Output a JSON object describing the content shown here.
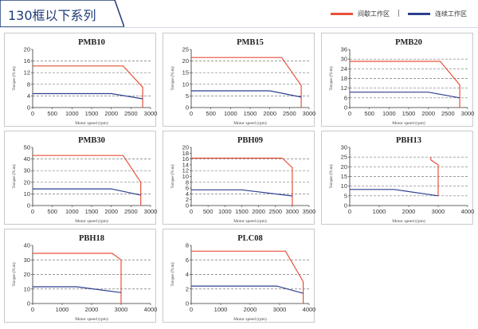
{
  "page": {
    "title": "130框以下系列",
    "colors": {
      "title_tab": "#1f3a78",
      "peak": "#e8503a",
      "continuous": "#2e3f8f"
    }
  },
  "legend": [
    {
      "label": "间歇工作区",
      "color": "#e8503a"
    },
    {
      "label": "连续工作区",
      "color": "#2e3f8f"
    }
  ],
  "legend_divider": "|",
  "chart_data": [
    {
      "type": "line",
      "title": "PMB10",
      "xlabel": "Motor speed (rpm)",
      "ylabel": "Torque (N.m)",
      "xlim": [
        0,
        3000
      ],
      "xticks": [
        0,
        500,
        1000,
        1500,
        2000,
        2500,
        3000
      ],
      "ylim": [
        0,
        20
      ],
      "yticks": [
        0,
        4,
        8,
        12,
        16,
        20
      ],
      "dashed_y": [
        4,
        8,
        12,
        16
      ],
      "series": [
        {
          "x": [
            0,
            2300,
            2800,
            2800
          ],
          "y": [
            14.3,
            14.3,
            7,
            0
          ]
        },
        {
          "x": [
            0,
            2000,
            2800
          ],
          "y": [
            4.8,
            4.8,
            3
          ]
        }
      ]
    },
    {
      "type": "line",
      "title": "PMB15",
      "xlabel": "Motor speed (rpm)",
      "ylabel": "Torque (N.m)",
      "xlim": [
        0,
        3000
      ],
      "xticks": [
        0,
        500,
        1000,
        1500,
        2000,
        2500,
        3000
      ],
      "ylim": [
        0,
        25
      ],
      "yticks": [
        0,
        5,
        10,
        15,
        20,
        25
      ],
      "dashed_y": [
        5,
        10,
        15,
        20
      ],
      "series": [
        {
          "x": [
            0,
            2300,
            2800,
            2800
          ],
          "y": [
            21.5,
            21.5,
            9.5,
            0
          ]
        },
        {
          "x": [
            0,
            2000,
            2800
          ],
          "y": [
            7.2,
            7.2,
            4.5
          ]
        }
      ]
    },
    {
      "type": "line",
      "title": "PMB20",
      "xlabel": "Motor speed (rpm)",
      "ylabel": "Torque (N.m)",
      "xlim": [
        0,
        3000
      ],
      "xticks": [
        0,
        500,
        1000,
        1500,
        2000,
        2500,
        3000
      ],
      "ylim": [
        0,
        36
      ],
      "yticks": [
        0,
        6,
        12,
        18,
        24,
        30,
        36
      ],
      "dashed_y": [
        6,
        12,
        18,
        24,
        30
      ],
      "series": [
        {
          "x": [
            0,
            2300,
            2800,
            2800
          ],
          "y": [
            28.6,
            28.6,
            14,
            0
          ]
        },
        {
          "x": [
            0,
            2000,
            2800
          ],
          "y": [
            9.5,
            9.5,
            6
          ]
        }
      ]
    },
    {
      "type": "line",
      "title": "PMB30",
      "xlabel": "Motor speed (rpm)",
      "ylabel": "Torque (N.m)",
      "xlim": [
        0,
        3000
      ],
      "xticks": [
        0,
        500,
        1000,
        1500,
        2000,
        2500,
        3000
      ],
      "ylim": [
        0,
        50
      ],
      "yticks": [
        0,
        10,
        20,
        30,
        40,
        50
      ],
      "dashed_y": [
        10,
        20,
        30,
        40
      ],
      "series": [
        {
          "x": [
            0,
            2300,
            2750,
            2750
          ],
          "y": [
            43,
            43,
            20,
            0
          ]
        },
        {
          "x": [
            0,
            2000,
            2750
          ],
          "y": [
            14.3,
            14.3,
            9
          ]
        }
      ]
    },
    {
      "type": "line",
      "title": "PBH09",
      "xlabel": "Motor speed (rpm)",
      "ylabel": "Torque (N.m)",
      "xlim": [
        0,
        3500
      ],
      "xticks": [
        0,
        500,
        1000,
        1500,
        2000,
        2500,
        3000,
        3500
      ],
      "ylim": [
        0,
        20
      ],
      "yticks": [
        0,
        2,
        4,
        6,
        8,
        10,
        12,
        14,
        16,
        18,
        20
      ],
      "dashed_y": [
        4,
        8,
        12,
        16
      ],
      "series": [
        {
          "x": [
            0,
            2700,
            3000,
            3000
          ],
          "y": [
            16.3,
            16.3,
            13,
            0
          ]
        },
        {
          "x": [
            0,
            1500,
            3000
          ],
          "y": [
            5.4,
            5.4,
            3.3
          ]
        }
      ]
    },
    {
      "type": "line",
      "title": "PBH13",
      "xlabel": "Motor speed (rpm)",
      "ylabel": "Torque (N.m)",
      "xlim": [
        0,
        4000
      ],
      "xticks": [
        0,
        1000,
        2000,
        3000,
        4000
      ],
      "ylim": [
        0,
        30
      ],
      "yticks": [
        0,
        5,
        10,
        15,
        20,
        25,
        30
      ],
      "dashed_y": [
        5,
        10,
        15,
        20,
        25
      ],
      "series": [
        {
          "x": [
            2750,
            2750,
            3000,
            3000
          ],
          "y": [
            25,
            23.5,
            21,
            5
          ]
        },
        {
          "x": [
            0,
            1500,
            3000
          ],
          "y": [
            8.3,
            8.3,
            5
          ]
        }
      ]
    },
    {
      "type": "line",
      "title": "PBH18",
      "xlabel": "Motor speed (rpm)",
      "ylabel": "Torque (N.m)",
      "xlim": [
        0,
        4000
      ],
      "xticks": [
        0,
        1000,
        2000,
        3000,
        4000
      ],
      "ylim": [
        0,
        40
      ],
      "yticks": [
        0,
        10,
        20,
        30,
        40
      ],
      "dashed_y": [
        10,
        20,
        30
      ],
      "series": [
        {
          "x": [
            0,
            2700,
            3000,
            3000
          ],
          "y": [
            34.5,
            34.5,
            30,
            0
          ]
        },
        {
          "x": [
            0,
            1500,
            3000
          ],
          "y": [
            11.5,
            11.5,
            7.5
          ]
        }
      ]
    },
    {
      "type": "line",
      "title": "PLC08",
      "xlabel": "Motor speed (rpm)",
      "ylabel": "Torque (N.m)",
      "xlim": [
        0,
        4000
      ],
      "xticks": [
        0,
        1000,
        2000,
        3000,
        4000
      ],
      "ylim": [
        0,
        8
      ],
      "yticks": [
        0,
        2,
        4,
        6,
        8
      ],
      "dashed_y": [
        2,
        4,
        6
      ],
      "series": [
        {
          "x": [
            0,
            3200,
            3800,
            3800
          ],
          "y": [
            7.2,
            7.2,
            3,
            0
          ]
        },
        {
          "x": [
            0,
            2900,
            3800
          ],
          "y": [
            2.4,
            2.4,
            1.4
          ]
        }
      ]
    }
  ]
}
